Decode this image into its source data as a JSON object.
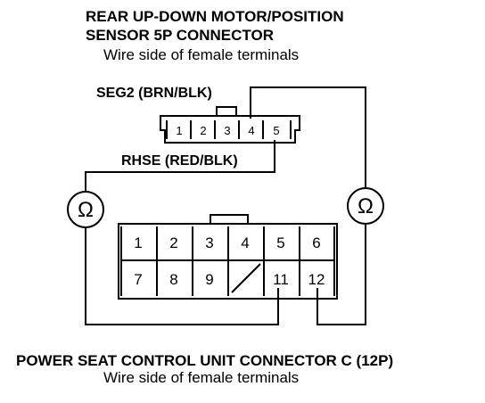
{
  "top_connector": {
    "title_line1": "REAR UP-DOWN MOTOR/POSITION",
    "title_line2": "SENSOR 5P CONNECTOR",
    "subtitle": "Wire side of female terminals",
    "pins": [
      "1",
      "2",
      "3",
      "4",
      "5"
    ],
    "seg2_label": "SEG2 (BRN/BLK)",
    "rhse_label": "RHSE (RED/BLK)"
  },
  "bottom_connector": {
    "title": "POWER SEAT CONTROL UNIT CONNECTOR C (12P)",
    "subtitle": "Wire side of female terminals",
    "row1": [
      "1",
      "2",
      "3",
      "4",
      "5",
      "6"
    ],
    "row2": [
      "7",
      "8",
      "9",
      "",
      "11",
      "12"
    ]
  },
  "meters": {
    "left_symbol": "Ω",
    "right_symbol": "Ω"
  }
}
